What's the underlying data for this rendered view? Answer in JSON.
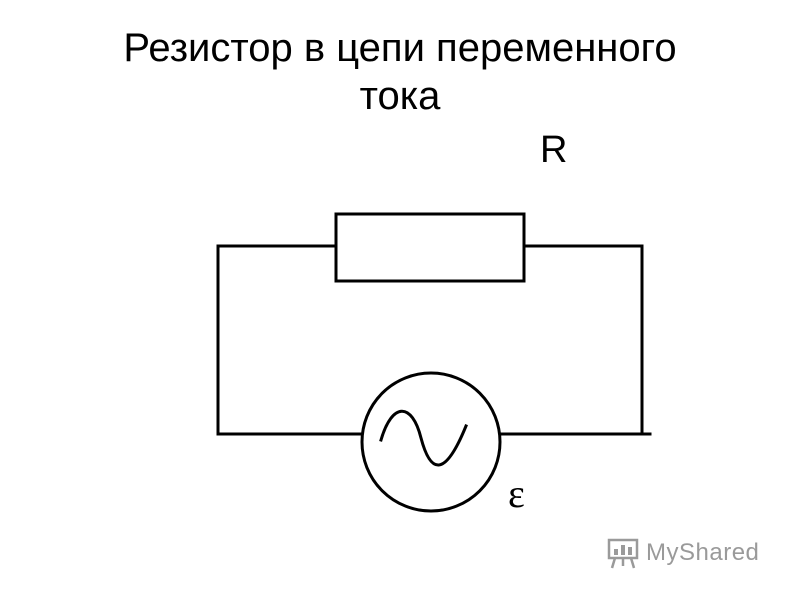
{
  "title": {
    "line1": "Резистор в цепи переменного",
    "line2": "тока"
  },
  "circuit": {
    "resistor_label": "R",
    "source_label": "ε",
    "source_symbol": "sine-wave-icon",
    "line_color": "#000000"
  },
  "watermark": {
    "text": "MyShared",
    "icon": "presentation-board-icon",
    "color": "#9a9a9a"
  }
}
